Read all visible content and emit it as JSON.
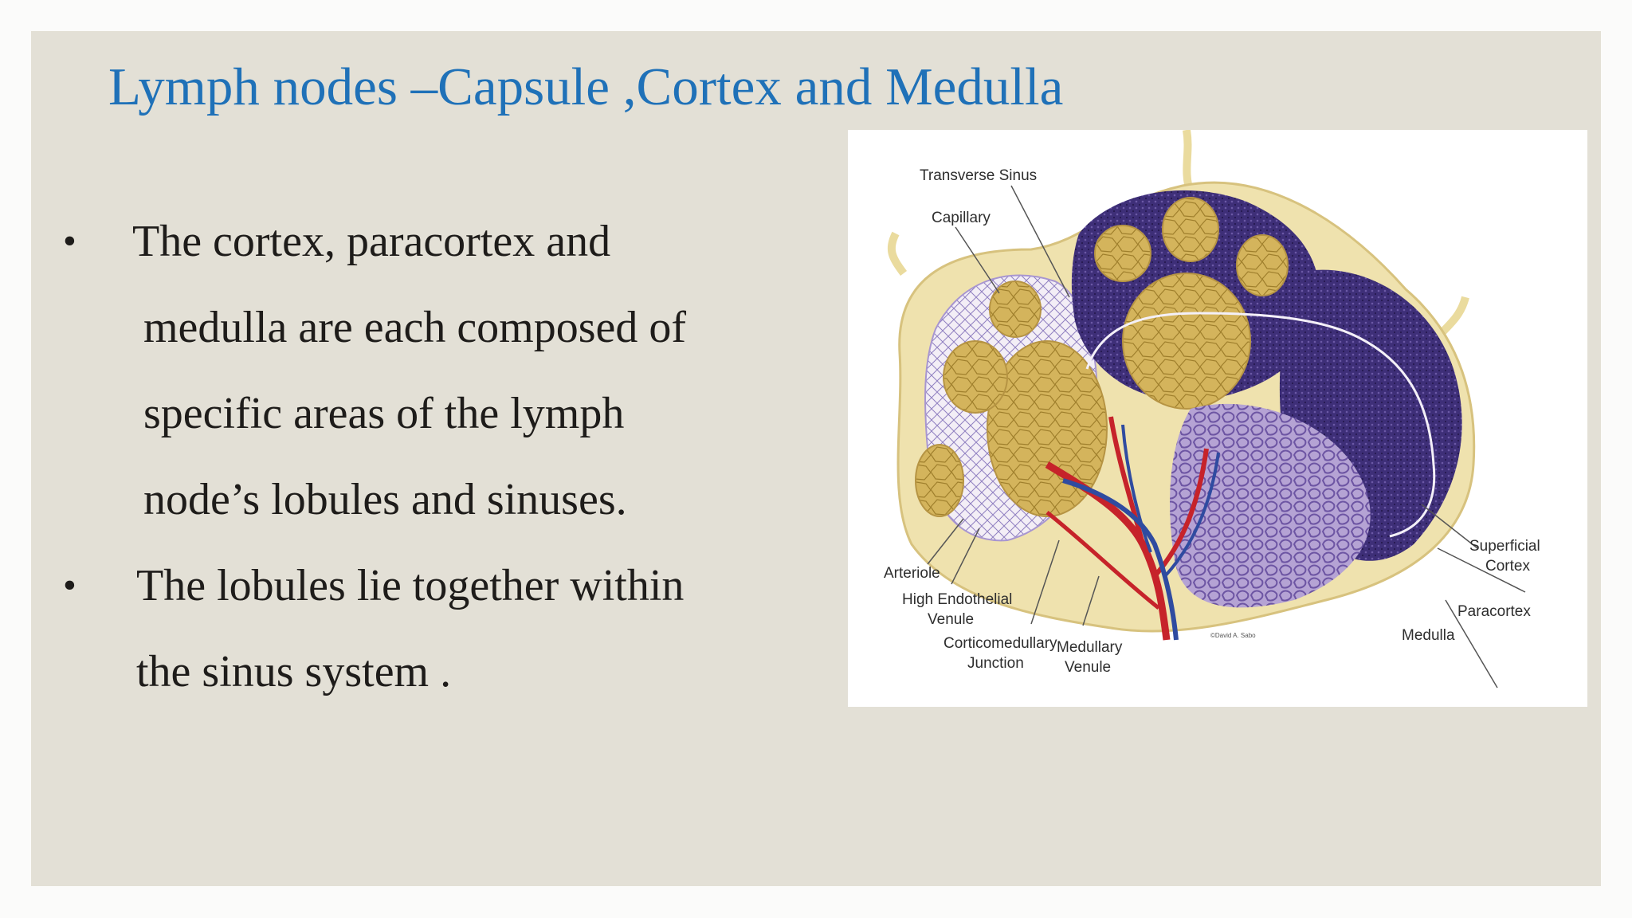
{
  "slide": {
    "title": "Lymph nodes –Capsule ,Cortex and Medulla",
    "bullets": [
      {
        "lines": [
          " The cortex, paracortex and",
          "medulla are each composed of",
          "specific areas of the lymph",
          "node’s lobules and sinuses."
        ]
      },
      {
        "lines": [
          "The lobules lie together within",
          "the sinus system ."
        ]
      }
    ]
  },
  "figure": {
    "labels": {
      "transverse_sinus": "Transverse Sinus",
      "capillary": "Capillary",
      "arteriole": "Arteriole",
      "hev_line1": "High Endothelial",
      "hev_line2": "Venule",
      "cmj_line1": "Corticomedullary",
      "cmj_line2": "Junction",
      "mv_line1": "Medullary",
      "mv_line2": "Venule",
      "superficial_line1": "Superficial",
      "superficial_line2": "Cortex",
      "paracortex": "Paracortex",
      "medulla": "Medulla",
      "copyright": "©David A. Sabo"
    },
    "colors": {
      "capsule": "#eedfa8",
      "follicle": "#c9a94b",
      "cortex_purple": "#3f3277",
      "medulla_purple": "#8d78b9",
      "artery_red": "#c6232a",
      "vein_blue": "#2f4ba0"
    }
  }
}
